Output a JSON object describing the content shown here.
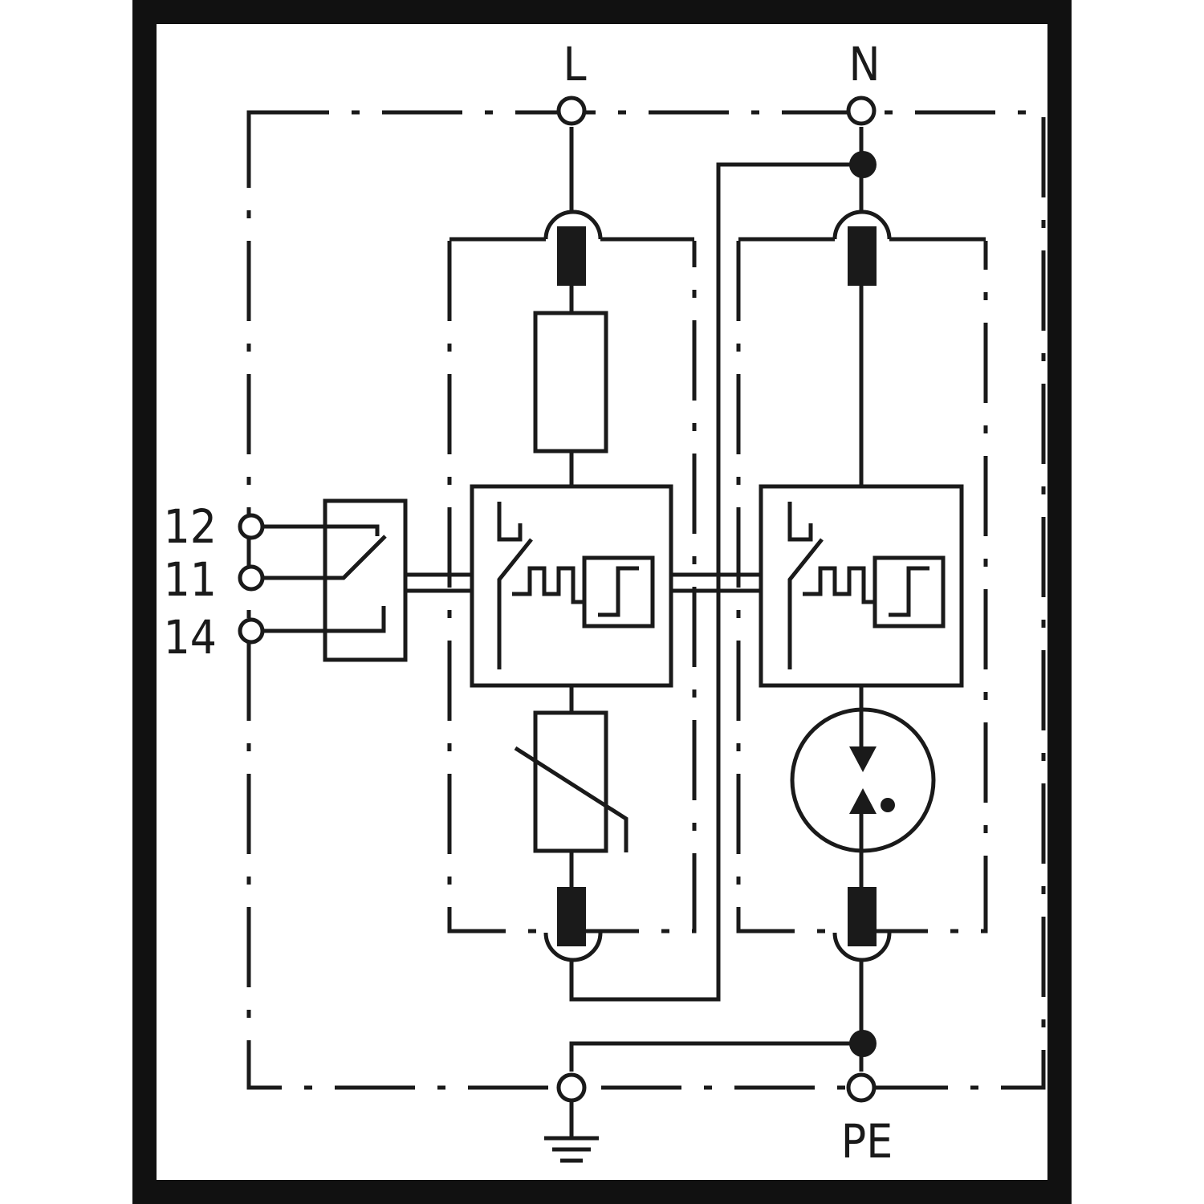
{
  "labels": {
    "line": "L",
    "neutral": "N",
    "protective_earth": "PE",
    "contact_12": "12",
    "contact_11": "11",
    "contact_14": "14"
  },
  "symbols": {
    "earth": "earth-ground-icon",
    "fuse": "fuse-icon",
    "varistor": "varistor-icon",
    "spark_gap": "spark-gap-icon",
    "thermal_disconnector": "thermal-disconnector-icon",
    "remote_contact": "changeover-contact-icon"
  }
}
